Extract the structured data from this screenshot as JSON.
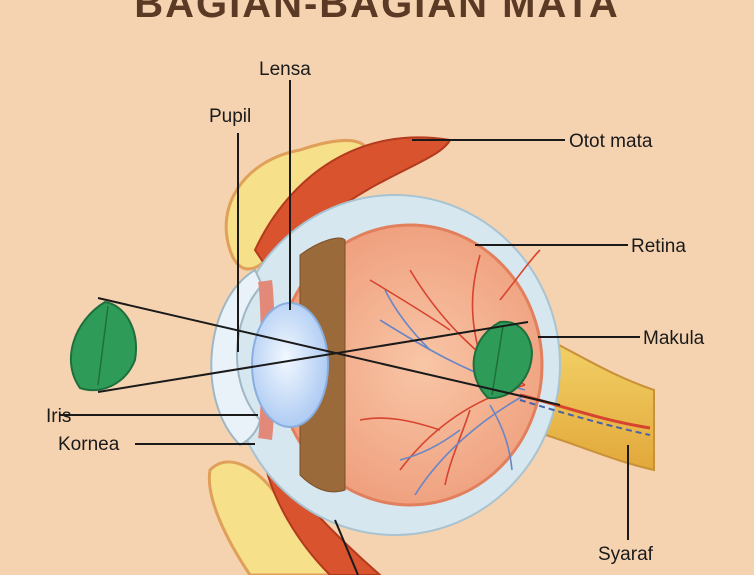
{
  "title": "BAGIAN-BAGIAN MATA",
  "labels": {
    "lensa": "Lensa",
    "pupil": "Pupil",
    "otot_mata": "Otot mata",
    "retina": "Retina",
    "makula": "Makula",
    "iris": "Iris",
    "kornea": "Kornea",
    "syaraf": "Syaraf"
  },
  "colors": {
    "background": "#f6d3b0",
    "sclera": "#d6e7ef",
    "vitreous": "#f4b08f",
    "lens": "#cfe3fb",
    "muscle": "#d9532f",
    "bone": "#f6e08a",
    "vessel_red": "#d7432e",
    "vessel_blue": "#6b86c4",
    "leaf": "#2e9b58"
  },
  "icons": {
    "leaf_left": "leaf-icon",
    "leaf_right": "leaf-icon"
  }
}
